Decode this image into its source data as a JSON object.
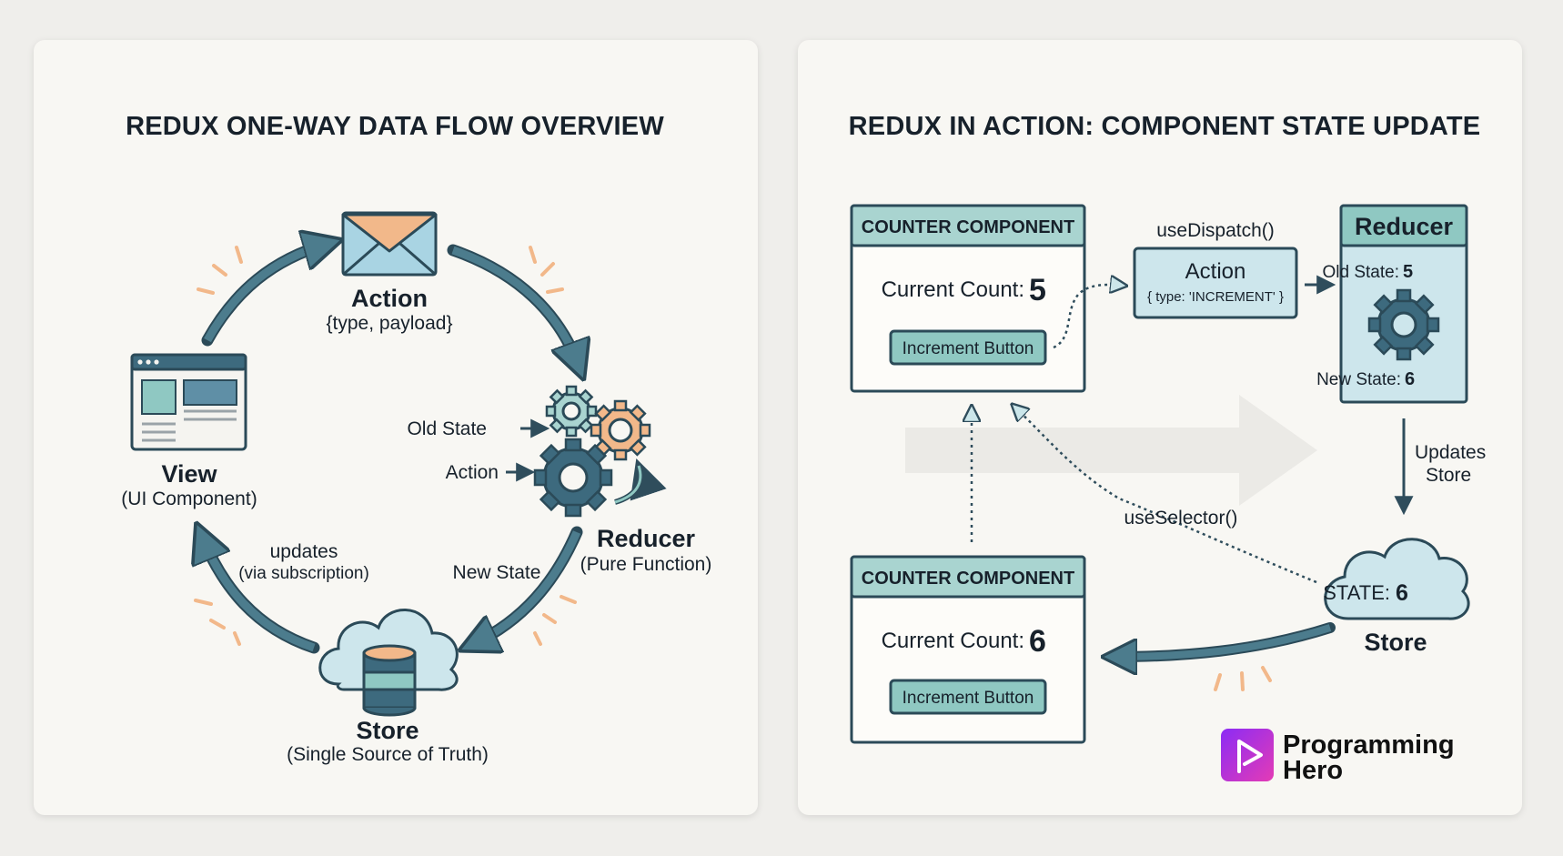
{
  "left_panel": {
    "title": "REDUX ONE-WAY DATA FLOW OVERVIEW",
    "action": {
      "label": "Action",
      "sub": "{type, payload}"
    },
    "reducer": {
      "label": "Reducer",
      "sub": "(Pure Function)",
      "input_old_state": "Old State",
      "input_action": "Action"
    },
    "store": {
      "label": "Store",
      "sub": "(Single Source of Truth)"
    },
    "view": {
      "label": "View",
      "sub": "(UI Component)"
    },
    "edge_new_state": "New State",
    "edge_updates": "updates",
    "edge_updates_sub": "(via subscription)"
  },
  "right_panel": {
    "title": "REDUX IN ACTION: COMPONENT STATE UPDATE",
    "counter_top": {
      "header": "COUNTER COMPONENT",
      "count_label": "Current Count:",
      "count_value": "5",
      "button_label": "Increment Button"
    },
    "use_dispatch": "useDispatch()",
    "action": {
      "label": "Action",
      "payload": "{ type: 'INCREMENT' }"
    },
    "reducer": {
      "header": "Reducer",
      "old_state_label": "Old State:",
      "old_state_value": "5",
      "new_state_label": "New State:",
      "new_state_value": "6"
    },
    "updates_store_line1": "Updates",
    "updates_store_line2": "Store",
    "use_selector": "useSelector()",
    "store": {
      "state_label": "STATE:",
      "state_value": "6",
      "label": "Store"
    },
    "counter_bottom": {
      "header": "COUNTER COMPONENT",
      "count_label": "Current Count:",
      "count_value": "6",
      "button_label": "Increment Button"
    }
  },
  "brand": {
    "line1": "Programming",
    "line2": "Hero"
  },
  "colors": {
    "teal_dark": "#3d6a7e",
    "teal_light": "#a9d4d0",
    "teal_header": "#8fc8c2",
    "box_light": "#cde6ec",
    "orange": "#f2b88a",
    "brand_purple": "#8b2cf5",
    "brand_pink": "#e43bb5"
  }
}
